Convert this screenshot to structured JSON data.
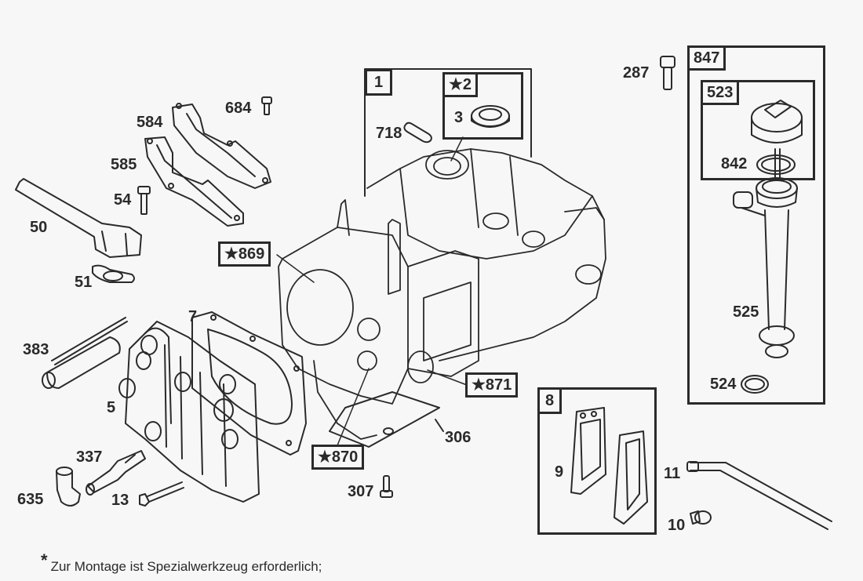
{
  "diagram": {
    "type": "exploded-parts-diagram",
    "groups": [
      {
        "id": "1",
        "label": "1",
        "contains": [
          "2",
          "3",
          "718"
        ]
      },
      {
        "id": "2",
        "label": "★2",
        "special_tool": true,
        "contains": [
          "3"
        ]
      },
      {
        "id": "847",
        "label": "847",
        "contains": [
          "523",
          "842",
          "525",
          "524"
        ]
      },
      {
        "id": "523",
        "label": "523",
        "contains": [
          "842"
        ]
      },
      {
        "id": "8",
        "label": "8",
        "contains": [
          "9"
        ]
      }
    ],
    "parts": [
      {
        "number": "1",
        "name": "crankcase-cylinder"
      },
      {
        "number": "★2",
        "name": "seal-kit",
        "special_tool": true
      },
      {
        "number": "3",
        "name": "oil-seal"
      },
      {
        "number": "5",
        "name": "cylinder-head"
      },
      {
        "number": "7",
        "name": "head-gasket"
      },
      {
        "number": "8",
        "name": "breather-kit"
      },
      {
        "number": "9",
        "name": "breather-gasket"
      },
      {
        "number": "10",
        "name": "screw"
      },
      {
        "number": "11",
        "name": "breather-tube"
      },
      {
        "number": "13",
        "name": "head-bolt"
      },
      {
        "number": "50",
        "name": "intake-tube"
      },
      {
        "number": "51",
        "name": "intake-gasket"
      },
      {
        "number": "54",
        "name": "bolt"
      },
      {
        "number": "287",
        "name": "plug"
      },
      {
        "number": "306",
        "name": "shield"
      },
      {
        "number": "307",
        "name": "screw"
      },
      {
        "number": "337",
        "name": "spark-plug"
      },
      {
        "number": "383",
        "name": "spark-plug-wrench"
      },
      {
        "number": "523",
        "name": "dipstick"
      },
      {
        "number": "524",
        "name": "o-ring"
      },
      {
        "number": "525",
        "name": "dipstick-tube"
      },
      {
        "number": "584",
        "name": "valve-cover-gasket"
      },
      {
        "number": "585",
        "name": "valve-cover"
      },
      {
        "number": "635",
        "name": "spark-plug-boot"
      },
      {
        "number": "684",
        "name": "screw"
      },
      {
        "number": "718",
        "name": "dowel-pin"
      },
      {
        "number": "842",
        "name": "o-ring"
      },
      {
        "number": "847",
        "name": "dipstick-tube-kit"
      },
      {
        "number": "★869",
        "name": "bushing",
        "special_tool": true
      },
      {
        "number": "★870",
        "name": "bushing",
        "special_tool": true
      },
      {
        "number": "★871",
        "name": "bushing",
        "special_tool": true
      }
    ],
    "footnote": {
      "symbol": "*",
      "text": "Zur Montage ist Spezialwerkzeug erforderlich;"
    }
  },
  "labels": {
    "l1": "1",
    "l2": "★2",
    "l3": "3",
    "l5": "5",
    "l7": "7",
    "l8": "8",
    "l9": "9",
    "l10": "10",
    "l11": "11",
    "l13": "13",
    "l50": "50",
    "l51": "51",
    "l54": "54",
    "l287": "287",
    "l306": "306",
    "l307": "307",
    "l337": "337",
    "l383": "383",
    "l523": "523",
    "l524": "524",
    "l525": "525",
    "l584": "584",
    "l585": "585",
    "l635": "635",
    "l684": "684",
    "l718": "718",
    "l842": "842",
    "l847": "847",
    "l869": "★869",
    "l870": "★870",
    "l871": "★871"
  },
  "colors": {
    "ink": "#2a2a2a",
    "paper": "#f7f7f7"
  }
}
